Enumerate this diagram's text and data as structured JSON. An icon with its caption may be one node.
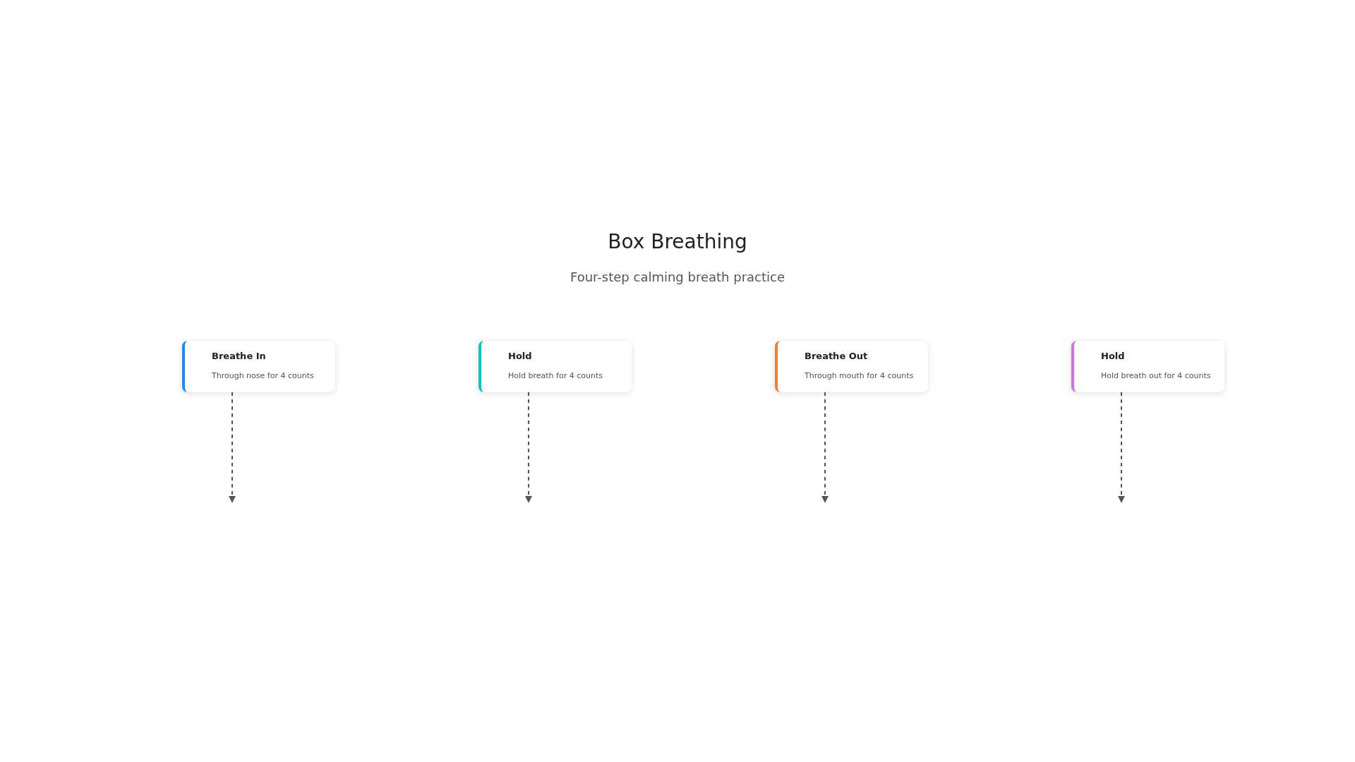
{
  "diagram": {
    "title": "Box Breathing",
    "nodes": [
      {
        "text": [
          "Breathe In",
          "Through nose for 4 counts"
        ]
      },
      {
        "text": [
          "Hold",
          "Hold breath for 4 counts"
        ]
      },
      {
        "text": [
          "Breathe Out",
          "Through mouth for 4 counts"
        ]
      },
      {
        "text": [
          "Hold",
          "Hold breath out for 4 counts"
        ]
      }
    ],
    "edges": [
      {
        "from": 0,
        "to": null,
        "arrow": "to",
        "style": "dashed"
      },
      {
        "from": 1,
        "to": null,
        "arrow": "to",
        "style": "dashed"
      },
      {
        "from": 2,
        "to": null,
        "arrow": "to",
        "style": "dashed"
      },
      {
        "from": 3,
        "to": null,
        "arrow": "to",
        "style": "dashed"
      }
    ],
    "labels": [
      "Four-step calming breath practice"
    ]
  }
}
